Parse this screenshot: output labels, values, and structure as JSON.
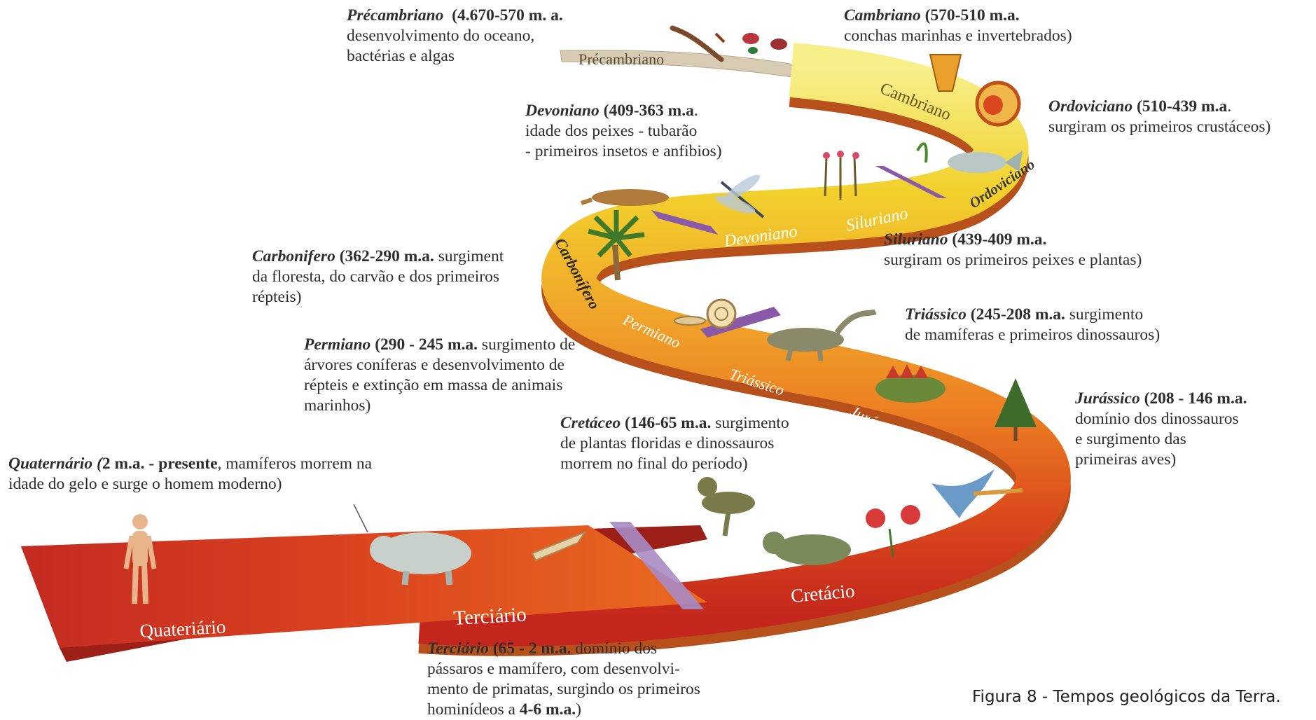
{
  "periods": {
    "precambriano": {
      "band_label": "Précambriano",
      "name": "Précambriano",
      "range": "(4.670-570 m. a.",
      "lines": [
        "desenvolvimento do oceano,",
        "bactérias e algas"
      ]
    },
    "cambriano": {
      "band_label": "Cambriano",
      "name": "Cambriano",
      "range": "(570-510 m.a.",
      "lines": [
        "conchas marinhas e invertebrados)"
      ]
    },
    "ordoviciano": {
      "band_label": "Ordoviciano",
      "name": "Ordoviciano",
      "range": "(510-439 m.a",
      "lines": [
        "surgiram os primeiros crustáceos)"
      ]
    },
    "devoniano": {
      "band_label": "Devoniano",
      "name": "Devoniano",
      "range": "(409-363 m.a",
      "lines": [
        "idade dos peixes - tubarão",
        "- primeiros insetos e anfibios)"
      ]
    },
    "siluriano": {
      "band_label": "Siluriano",
      "name": "Siluriano",
      "range": "(439-409 m.a.",
      "lines": [
        "surgiram os primeiros peixes e plantas)"
      ]
    },
    "carbonifero": {
      "band_label": "Carbonífero",
      "name": "Carbonifero",
      "range": "(362-290 m.a.",
      "first_rest": "surgiment",
      "lines": [
        "da floresta, do carvão e dos primeiros",
        "répteis)"
      ]
    },
    "permiano": {
      "band_label": "Permiano",
      "name": "Permiano",
      "range": "(290 - 245 m.a.",
      "first_rest": "surgimento de",
      "lines": [
        "árvores coníferas e desenvolvimento de",
        "répteis e extinção em massa de animais",
        "marinhos)"
      ]
    },
    "triassico": {
      "band_label": "Triássico",
      "name": "Triássico",
      "range": "(245-208 m.a.",
      "first_rest": "surgimento",
      "lines": [
        "de mamíferas e primeiros dinossauros)"
      ]
    },
    "jurassico": {
      "band_label": "Jurássico",
      "name": "Jurássico",
      "range": "(208 - 146 m.a.",
      "lines": [
        "domínio dos dinossauros",
        "e surgimento das",
        "primeiras aves)"
      ]
    },
    "cretaceo": {
      "band_label": "Cretácio",
      "name": "Cretáceo",
      "range": "(146-65 m.a.",
      "first_rest": "surgimento",
      "lines": [
        "de plantas floridas e dinossauros",
        "morrem no final do período)"
      ]
    },
    "quaternario": {
      "band_label": "Quateriário",
      "name": "Quaternário (",
      "range": "2 m.a. - presente",
      "first_rest": ", mamíferos morrem na",
      "lines": [
        "idade do gelo e surge o homem moderno)"
      ]
    },
    "terciario": {
      "band_label": "Terciário",
      "name": "Terciário",
      "range": "(65 - 2 m.a.",
      "first_rest": "domínio dos",
      "lines": [
        "pássaros e mamífero, com desenvolvi-",
        "mento de primatas, surgindo os primeiros"
      ],
      "last_pre": "hominídeos a ",
      "last_bold": "4-6 m.a.",
      "last_post": ")"
    }
  },
  "caption": "Figura 8 - Tempos geológicos da Terra.",
  "colors": {
    "yellow": "#f3d62a",
    "orange": "#ee8a22",
    "red": "#c8281e",
    "divider": "#9a6fb8",
    "text": "#2e2e2e"
  }
}
